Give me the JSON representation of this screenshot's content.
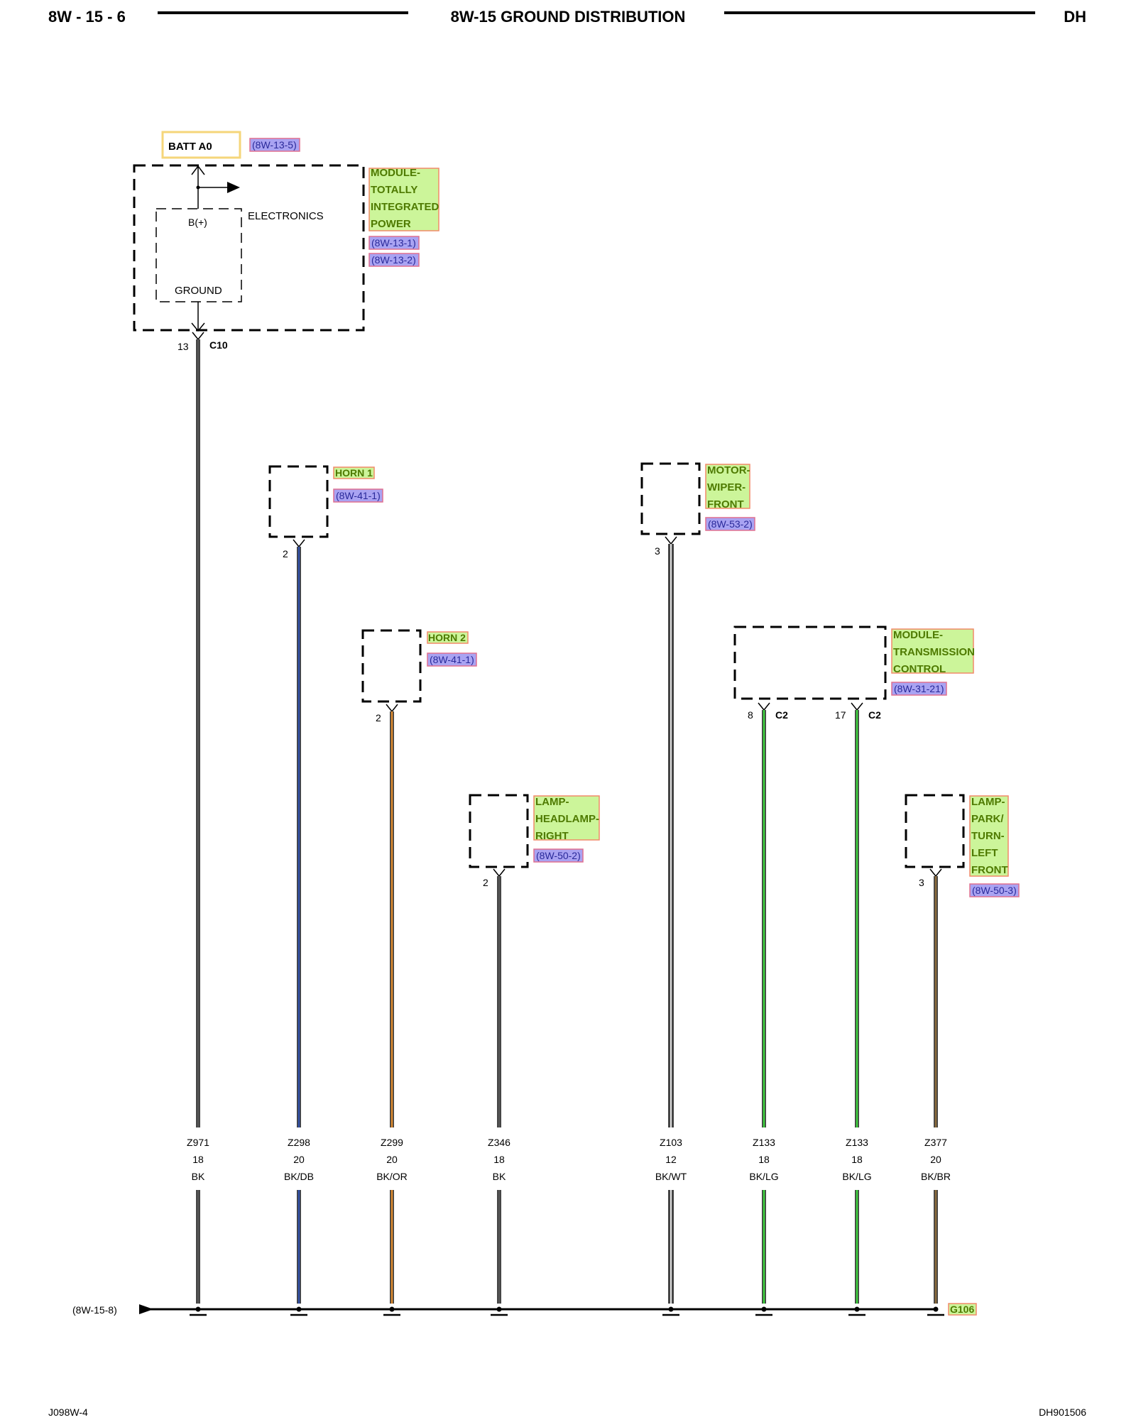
{
  "header": {
    "page_number": "8W - 15 - 6",
    "title": "8W-15 GROUND DISTRIBUTION",
    "vehicle_code": "DH"
  },
  "footer": {
    "left_code": "J098W-4",
    "right_code": "DH901506"
  },
  "batt": {
    "label": "BATT A0",
    "ref": "(8W-13-5)"
  },
  "tipm": {
    "name_lines": [
      "MODULE-",
      "TOTALLY",
      "INTEGRATED",
      "POWER"
    ],
    "refs": [
      "(8W-13-1)",
      "(8W-13-2)"
    ],
    "electronics_label": "ELECTRONICS",
    "bplus_label": "B(+)",
    "ground_label": "GROUND",
    "pin": "13",
    "connector": "C10"
  },
  "components": [
    {
      "id": "horn1",
      "name_lines": [
        "HORN 1"
      ],
      "ref": "(8W-41-1)",
      "pin": "2",
      "connector": ""
    },
    {
      "id": "horn2",
      "name_lines": [
        "HORN 2"
      ],
      "ref": "(8W-41-1)",
      "pin": "2",
      "connector": ""
    },
    {
      "id": "headlamp",
      "name_lines": [
        "LAMP-",
        "HEADLAMP-",
        "RIGHT"
      ],
      "ref": "(8W-50-2)",
      "pin": "2",
      "connector": ""
    },
    {
      "id": "wiper",
      "name_lines": [
        "MOTOR-",
        "WIPER-",
        "FRONT"
      ],
      "ref": "(8W-53-2)",
      "pin": "3",
      "connector": ""
    },
    {
      "id": "tcm",
      "name_lines": [
        "MODULE-",
        "TRANSMISSION",
        "CONTROL"
      ],
      "ref": "(8W-31-21)",
      "pins": [
        {
          "pin": "8",
          "connector": "C2"
        },
        {
          "pin": "17",
          "connector": "C2"
        }
      ]
    },
    {
      "id": "parklamp",
      "name_lines": [
        "LAMP-",
        "PARK/",
        "TURN-",
        "LEFT",
        "FRONT"
      ],
      "ref": "(8W-50-3)",
      "pin": "3",
      "connector": ""
    }
  ],
  "wires": [
    {
      "circuit": "Z971",
      "gauge": "18",
      "color_code": "BK",
      "stripe": "#555555"
    },
    {
      "circuit": "Z298",
      "gauge": "20",
      "color_code": "BK/DB",
      "stripe": "#2f4fa8"
    },
    {
      "circuit": "Z299",
      "gauge": "20",
      "color_code": "BK/OR",
      "stripe": "#e08a2c"
    },
    {
      "circuit": "Z346",
      "gauge": "18",
      "color_code": "BK",
      "stripe": "#555555"
    },
    {
      "circuit": "Z103",
      "gauge": "12",
      "color_code": "BK/WT",
      "stripe": "#dddddd"
    },
    {
      "circuit": "Z133",
      "gauge": "18",
      "color_code": "BK/LG",
      "stripe": "#3ad23a"
    },
    {
      "circuit": "Z133",
      "gauge": "18",
      "color_code": "BK/LG",
      "stripe": "#3ad23a"
    },
    {
      "circuit": "Z377",
      "gauge": "20",
      "color_code": "BK/BR",
      "stripe": "#8a6a3a"
    }
  ],
  "ground_bus": {
    "from_ref": "(8W-15-8)",
    "ground_label": "G106"
  },
  "colors": {
    "component_label_fill": "#ccf59a",
    "component_label_border": "#f28a6a",
    "component_label_text": "#4e7a00",
    "ref_fill": "#a9a3f2",
    "ref_border": "#e07090",
    "ref_text": "#2a2a9a",
    "batt_border": "#f5d67a"
  }
}
